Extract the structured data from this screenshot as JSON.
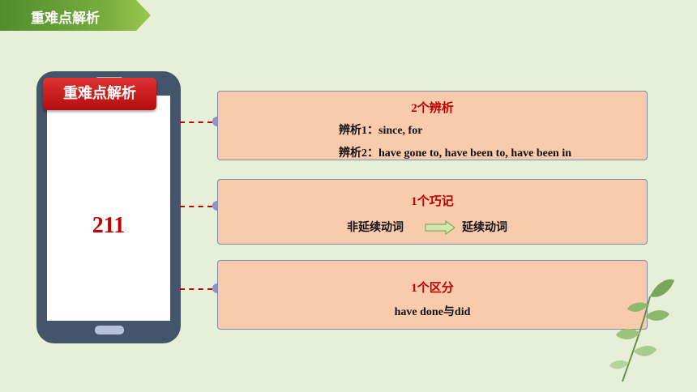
{
  "header": {
    "tag": "重难点解析"
  },
  "phone": {
    "badge": "重难点解析",
    "number": "211"
  },
  "boxes": [
    {
      "title": "2个辨析",
      "lines": [
        "辨析1：since, for",
        "辨析2：have gone to, have been to, have been in"
      ]
    },
    {
      "title": "1个巧记",
      "left_text": "非延续动词",
      "right_text": "延续动词"
    },
    {
      "title": "1个区分",
      "lines": [
        "have done与did"
      ]
    }
  ],
  "colors": {
    "background": "#e6efd8",
    "accent_red": "#c00000",
    "box_fill": "#f8cbad",
    "phone_body": "#44546a",
    "banner_green": "#6aa236"
  },
  "icons": [
    "phone-frame",
    "right-arrow-icon",
    "leaf-decoration"
  ]
}
